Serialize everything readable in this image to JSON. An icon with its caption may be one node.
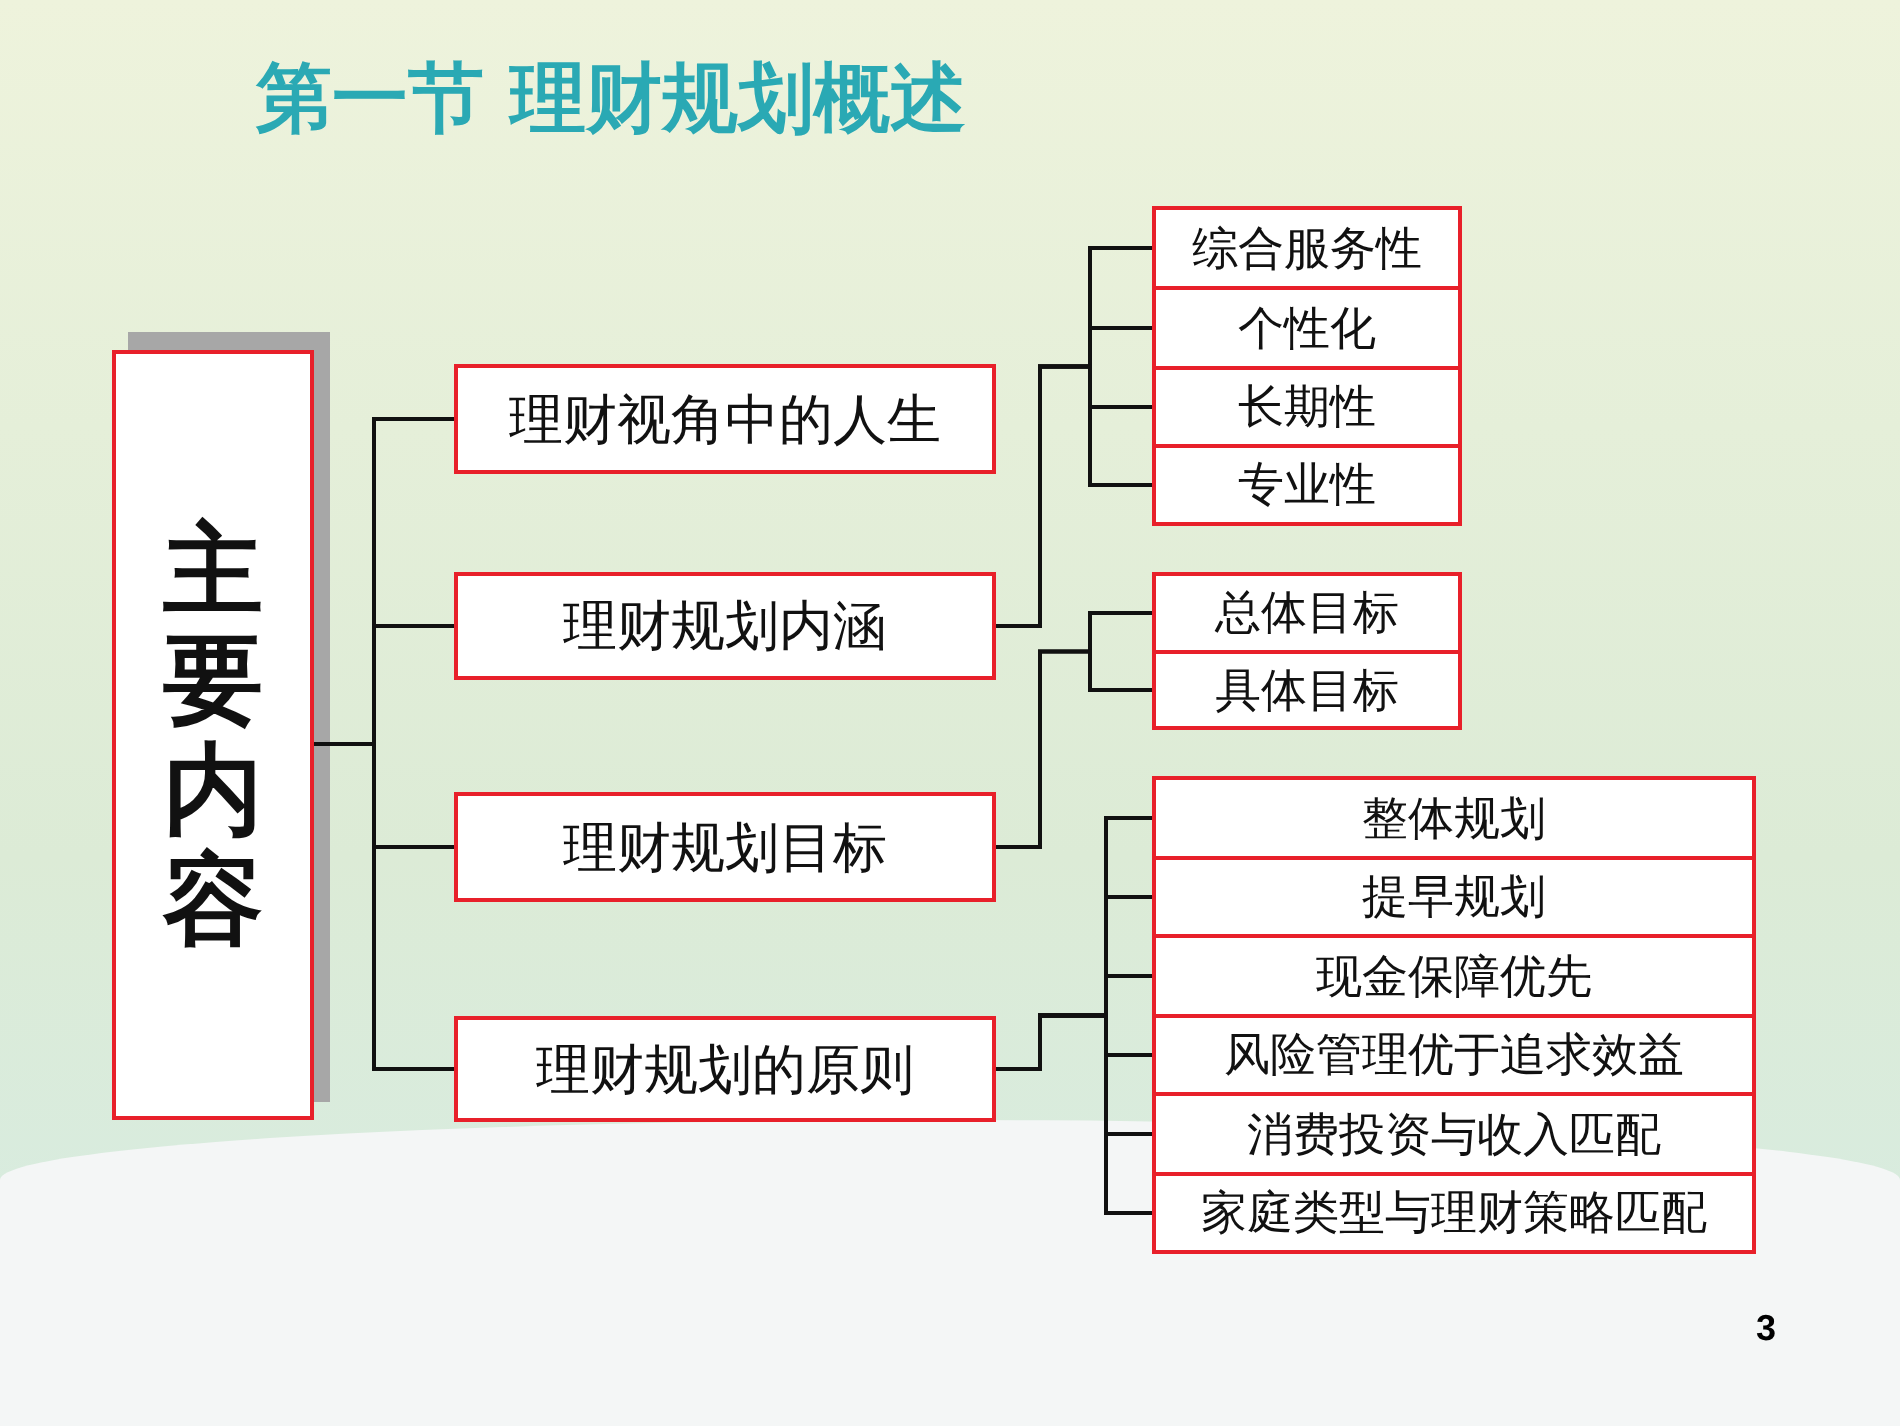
{
  "diagram": {
    "title": "第一节 理财规划概述",
    "nodes": [
      {
        "text": [
          "主要内容"
        ]
      },
      {
        "text": [
          "理财视角中的人生"
        ]
      },
      {
        "text": [
          "理财规划内涵"
        ]
      },
      {
        "text": [
          "理财规划目标"
        ]
      },
      {
        "text": [
          "理财规划的原则"
        ]
      },
      {
        "text": [
          "综合服务性"
        ]
      },
      {
        "text": [
          "个性化"
        ]
      },
      {
        "text": [
          "长期性"
        ]
      },
      {
        "text": [
          "专业性"
        ]
      },
      {
        "text": [
          "总体目标"
        ]
      },
      {
        "text": [
          "具体目标"
        ]
      },
      {
        "text": [
          "整体规划"
        ]
      },
      {
        "text": [
          "提早规划"
        ]
      },
      {
        "text": [
          "现金保障优先"
        ]
      },
      {
        "text": [
          "风险管理优于追求效益"
        ]
      },
      {
        "text": [
          "消费投资与收入匹配"
        ]
      },
      {
        "text": [
          "家庭类型与理财策略匹配"
        ]
      }
    ],
    "edges": [
      {
        "from": 0,
        "to": 1,
        "arrow": "none"
      },
      {
        "from": 0,
        "to": 2,
        "arrow": "none"
      },
      {
        "from": 0,
        "to": 3,
        "arrow": "none"
      },
      {
        "from": 0,
        "to": 4,
        "arrow": "none"
      },
      {
        "from": 2,
        "to": 5,
        "arrow": "none"
      },
      {
        "from": 2,
        "to": 6,
        "arrow": "none"
      },
      {
        "from": 2,
        "to": 7,
        "arrow": "none"
      },
      {
        "from": 2,
        "to": 8,
        "arrow": "none"
      },
      {
        "from": 3,
        "to": 9,
        "arrow": "none"
      },
      {
        "from": 3,
        "to": 10,
        "arrow": "none"
      },
      {
        "from": 4,
        "to": 11,
        "arrow": "none"
      },
      {
        "from": 4,
        "to": 12,
        "arrow": "none"
      },
      {
        "from": 4,
        "to": 13,
        "arrow": "none"
      },
      {
        "from": 4,
        "to": 14,
        "arrow": "none"
      },
      {
        "from": 4,
        "to": 15,
        "arrow": "none"
      },
      {
        "from": 4,
        "to": 16,
        "arrow": "none"
      }
    ],
    "labels": [
      "3"
    ]
  }
}
